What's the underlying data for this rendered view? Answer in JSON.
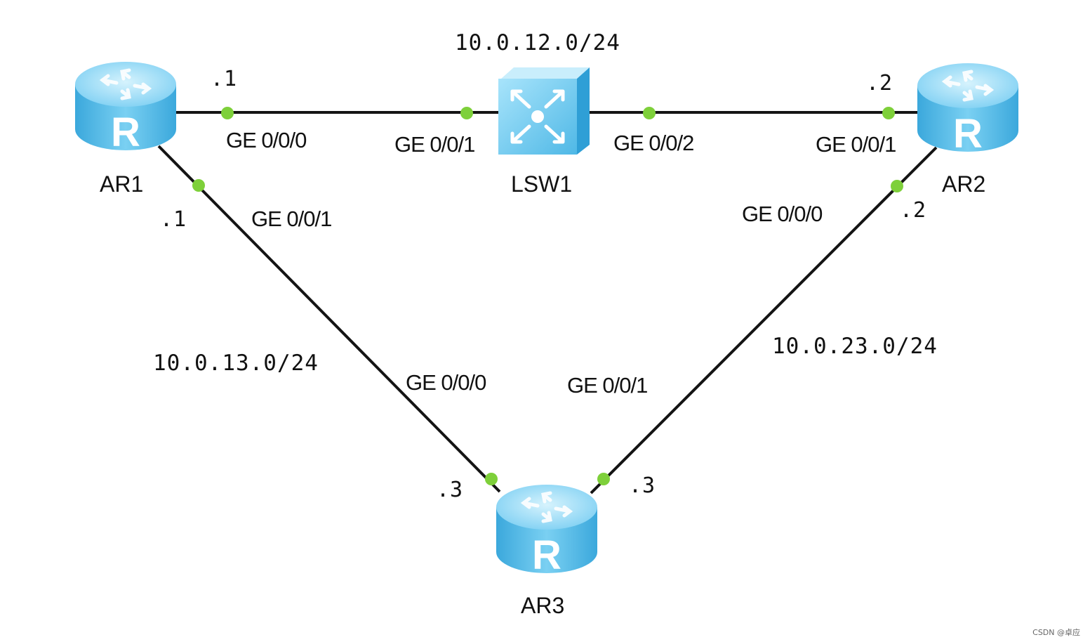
{
  "devices": {
    "ar1": {
      "label": "AR1",
      "type": "router"
    },
    "ar2": {
      "label": "AR2",
      "type": "router"
    },
    "ar3": {
      "label": "AR3",
      "type": "router"
    },
    "lsw1": {
      "label": "LSW1",
      "type": "switch"
    }
  },
  "networks": {
    "n12": "10.0.12.0/24",
    "n13": "10.0.13.0/24",
    "n23": "10.0.23.0/24"
  },
  "interfaces": {
    "ar1_g000": "GE 0/0/0",
    "ar1_g001": "GE 0/0/1",
    "lsw1_g001": "GE 0/0/1",
    "lsw1_g002": "GE 0/0/2",
    "ar2_g001": "GE 0/0/1",
    "ar2_g000": "GE 0/0/0",
    "ar3_g000": "GE 0/0/0",
    "ar3_g001": "GE 0/0/1"
  },
  "host_ids": {
    "ar1_n12": ".1",
    "ar1_n13": ".1",
    "ar2_n12": ".2",
    "ar2_n23": ".2",
    "ar3_n13": ".3",
    "ar3_n23": ".3"
  },
  "colors": {
    "link": "#141414",
    "port_dot": "#7ed03a",
    "device_body": "#5bbde8",
    "device_light": "#a8e2f8"
  },
  "watermark": "CSDN @卓应"
}
